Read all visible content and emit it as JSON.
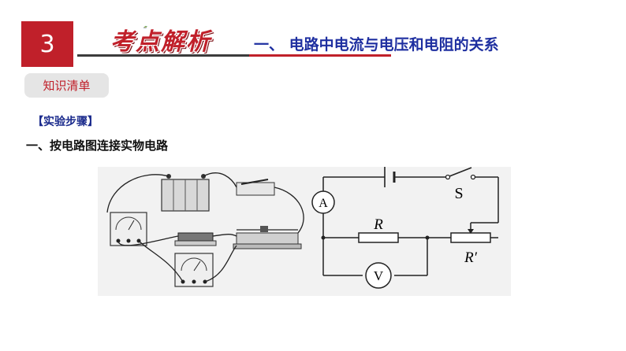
{
  "header": {
    "number": "3",
    "banner_title": "考点解析",
    "section_title": "一、 电路中电流与电压和电阻的关系"
  },
  "tag": {
    "label": "知识清单"
  },
  "step_label": "【实验步骤】",
  "step_text": "一、按电路图连接实物电路",
  "circuit": {
    "ammeter_symbol": "A",
    "voltmeter_symbol": "V",
    "switch_label": "S",
    "resistor_label": "R",
    "rheostat_label": "R′"
  },
  "colors": {
    "accent_red": "#c0202a",
    "title_blue": "#1e2fa0"
  }
}
